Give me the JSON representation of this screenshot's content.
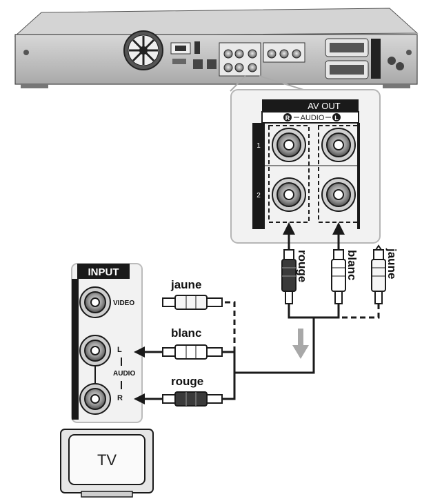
{
  "device_panel": {
    "group_av_out": "AV OUT",
    "audio_header": "AUDIO",
    "channel_r": "R",
    "channel_l": "L",
    "row_1": "1",
    "row_2": "2"
  },
  "tv_input_panel": {
    "title": "INPUT",
    "video_label": "VIDEO",
    "audio_label": "AUDIO",
    "left_label": "L",
    "right_label": "R"
  },
  "cables": {
    "rouge": "rouge",
    "blanc": "blanc",
    "jaune": "jaune"
  },
  "tv": {
    "label": "TV"
  },
  "colors": {
    "panel_bg": "#f2f2f2",
    "device_body": "#bdbdbd",
    "dark": "#1a1a1a",
    "arrow_grey": "#a8a8a8"
  }
}
